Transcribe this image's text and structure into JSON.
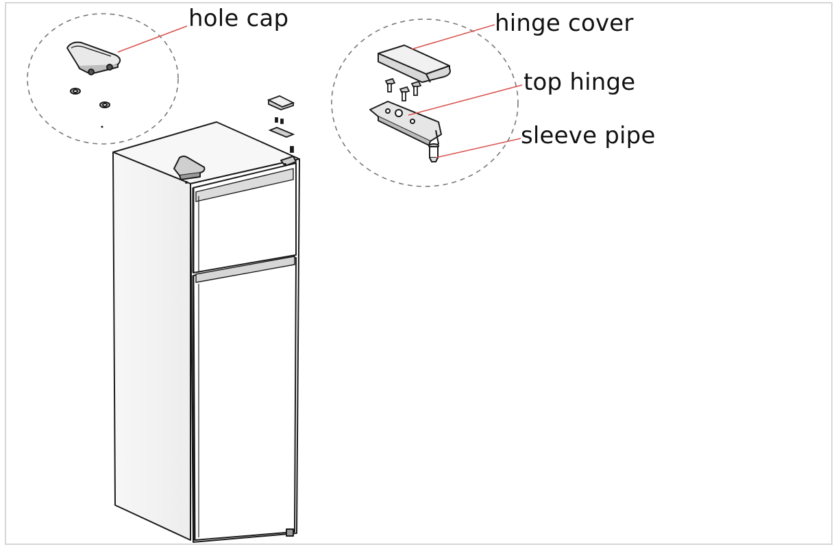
{
  "labels": {
    "hole_cap": "hole cap",
    "hinge_cover": "hinge cover",
    "top_hinge": "top hinge",
    "sleeve_pipe": "sleeve pipe"
  },
  "colors": {
    "leader_line": "#d9534f",
    "outline": "#1a1a1a",
    "callout_circle": "#777777",
    "frame_border": "#d6d6d6"
  }
}
